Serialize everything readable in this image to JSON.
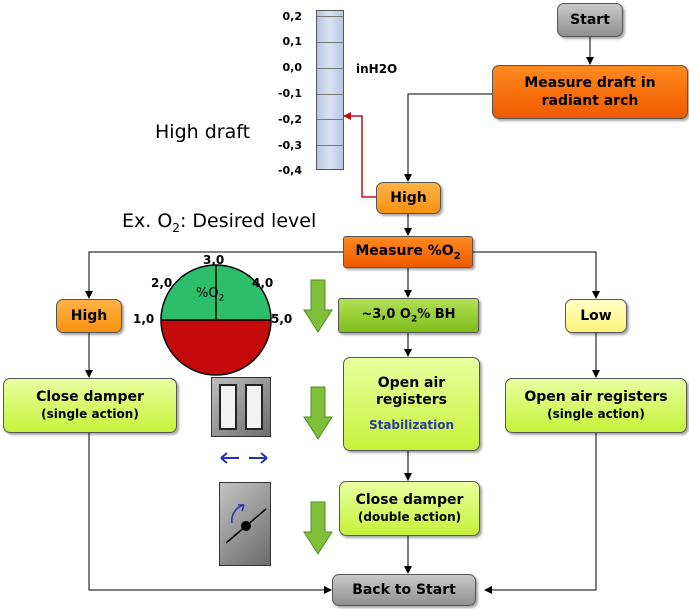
{
  "nodes": {
    "start": "Start",
    "measure_draft": "Measure draft in radiant arch",
    "high_draft_node": "High",
    "measure_o2": "Measure %O",
    "measure_o2_sub": "2",
    "high_o2": "High",
    "target": "~3,0 O",
    "target_sub": "2",
    "target_suffix": "% BH",
    "low_o2": "Low",
    "close_damper_single": "Close damper",
    "close_damper_single_note": "(single action)",
    "open_registers": "Open air registers",
    "stabilization": "Stabilization",
    "open_registers_single": "Open air registers",
    "open_registers_single_note": "(single action)",
    "close_damper_double": "Close damper",
    "close_damper_double_note": "(double action)",
    "back_to_start": "Back to Start"
  },
  "labels": {
    "high_draft": "High draft",
    "example_prefix": "Ex. O",
    "example_sub": "2",
    "example_suffix": ": Desired level",
    "unit": "inH2O"
  },
  "gauge": {
    "ticks": [
      "0,2",
      "0,1",
      "0,0",
      "-0,1",
      "-0,2",
      "-0,3",
      "-0,4"
    ],
    "pointer_value": "-0,2"
  },
  "dial": {
    "label_prefix": "%O",
    "label_sub": "2",
    "scale": [
      "1,0",
      "2,0",
      "3,0",
      "4,0",
      "5,0"
    ],
    "colors": {
      "good": "#2dbe6c",
      "bad": "#c40a0a"
    }
  },
  "colors": {
    "arrow_red": "#c01010",
    "down_arrow": "#7fbf3a",
    "blue_arrows": "#2432b0"
  }
}
